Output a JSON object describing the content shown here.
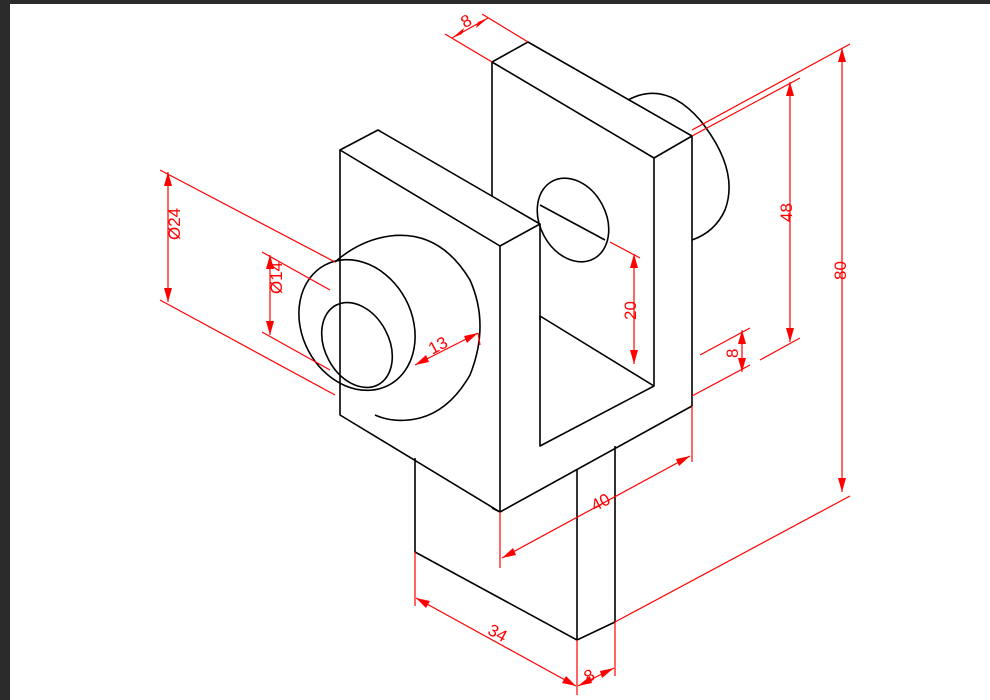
{
  "drawing": {
    "dimensions": [
      {
        "id": "top-depth",
        "text": "8"
      },
      {
        "id": "outer-diameter",
        "text": "Ø24"
      },
      {
        "id": "inner-diameter",
        "text": "Ø14"
      },
      {
        "id": "boss-length",
        "text": "13"
      },
      {
        "id": "slot-height",
        "text": "20"
      },
      {
        "id": "upright-height",
        "text": "48"
      },
      {
        "id": "base-thickness",
        "text": "8"
      },
      {
        "id": "overall-height",
        "text": "80"
      },
      {
        "id": "width",
        "text": "40"
      },
      {
        "id": "base-length",
        "text": "34"
      },
      {
        "id": "stem-thickness",
        "text": "8"
      }
    ]
  },
  "colors": {
    "outline": "#000000",
    "dimension": "#ff0000",
    "paper": "#ffffff",
    "frame": "#2b2b2b"
  }
}
